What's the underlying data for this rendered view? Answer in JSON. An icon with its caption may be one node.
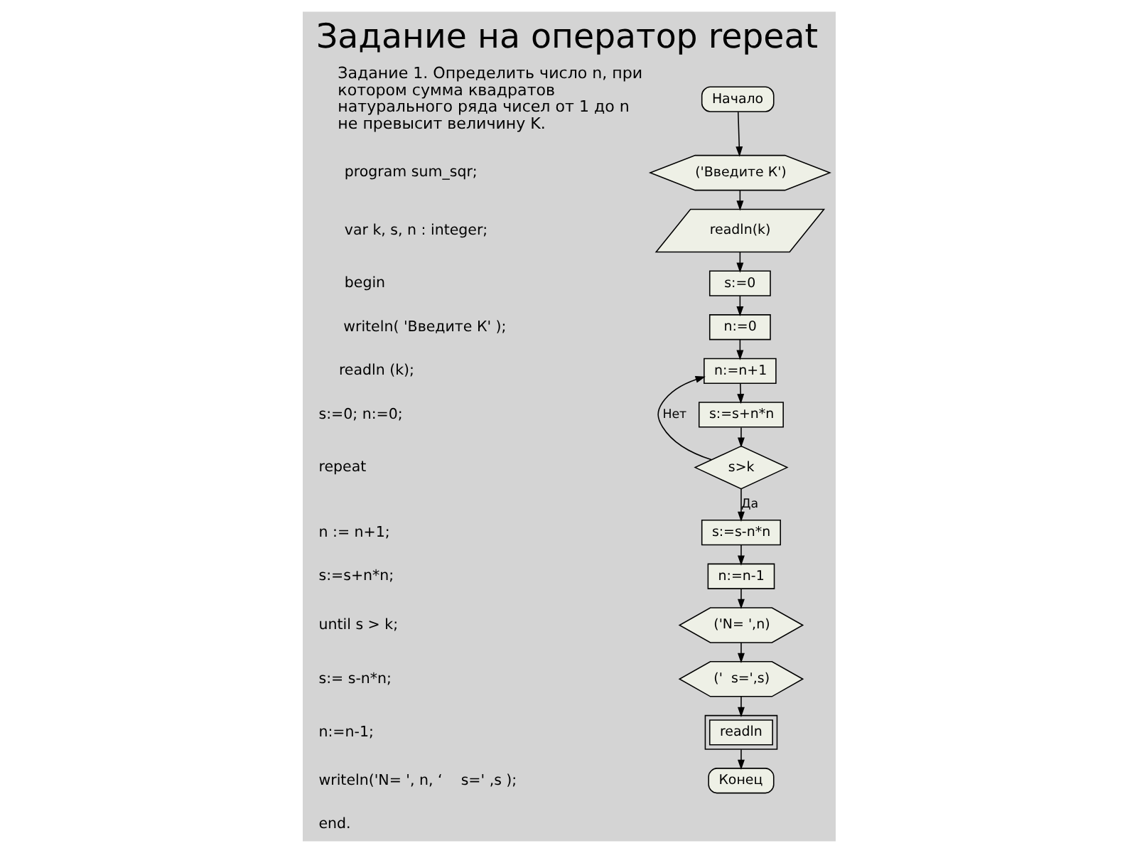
{
  "diagram": {
    "title": "Задание на оператор repeat",
    "nodes": [
      {
        "text": [
          "Начало"
        ]
      },
      {
        "text": [
          "('Введите К')"
        ]
      },
      {
        "text": [
          "readln(k)"
        ]
      },
      {
        "text": [
          "s:=0"
        ]
      },
      {
        "text": [
          "n:=0"
        ]
      },
      {
        "text": [
          "n:=n+1"
        ]
      },
      {
        "text": [
          "s:=s+n*n"
        ]
      },
      {
        "text": [
          "s>k"
        ]
      },
      {
        "text": [
          "s:=s-n*n"
        ]
      },
      {
        "text": [
          "n:=n-1"
        ]
      },
      {
        "text": [
          "('N= ',n)"
        ]
      },
      {
        "text": [
          "('  s=',s)"
        ]
      },
      {
        "text": [
          "readln"
        ]
      },
      {
        "text": [
          "Конец"
        ]
      }
    ],
    "edges": [
      {
        "from": 0,
        "to": 1,
        "arrow": "to"
      },
      {
        "from": 1,
        "to": 2,
        "arrow": "to"
      },
      {
        "from": 2,
        "to": 3,
        "arrow": "to"
      },
      {
        "from": 3,
        "to": 4,
        "arrow": "to"
      },
      {
        "from": 4,
        "to": 5,
        "arrow": "to"
      },
      {
        "from": 5,
        "to": 6,
        "arrow": "to"
      },
      {
        "from": 6,
        "to": 7,
        "arrow": "to"
      },
      {
        "from": 7,
        "to": 5,
        "arrow": "to",
        "label": "Нет"
      },
      {
        "from": 7,
        "to": 8,
        "arrow": "to",
        "label": "Да"
      },
      {
        "from": 8,
        "to": 9,
        "arrow": "to"
      },
      {
        "from": 9,
        "to": 10,
        "arrow": "to"
      },
      {
        "from": 10,
        "to": 11,
        "arrow": "to"
      },
      {
        "from": 11,
        "to": 12,
        "arrow": "to"
      },
      {
        "from": 12,
        "to": 13,
        "arrow": "to"
      }
    ],
    "labels": [
      "Задание 1. Определить число n, при котором сумма квадратов натурального ряда чисел от 1 до n не превысит величину K.",
      "program sum_sqr;",
      "var k, s, n : integer;",
      "begin",
      "writeln( 'Введите К' );",
      "readln (k);",
      "s:=0; n:=0;",
      "repeat",
      "n := n+1;",
      "s:=s+n*n;",
      "until s > k;",
      "s:= s-n*n;",
      "n:=n-1;",
      "writeln('N= ', n, ‘    s=' ,s );",
      "end."
    ]
  }
}
